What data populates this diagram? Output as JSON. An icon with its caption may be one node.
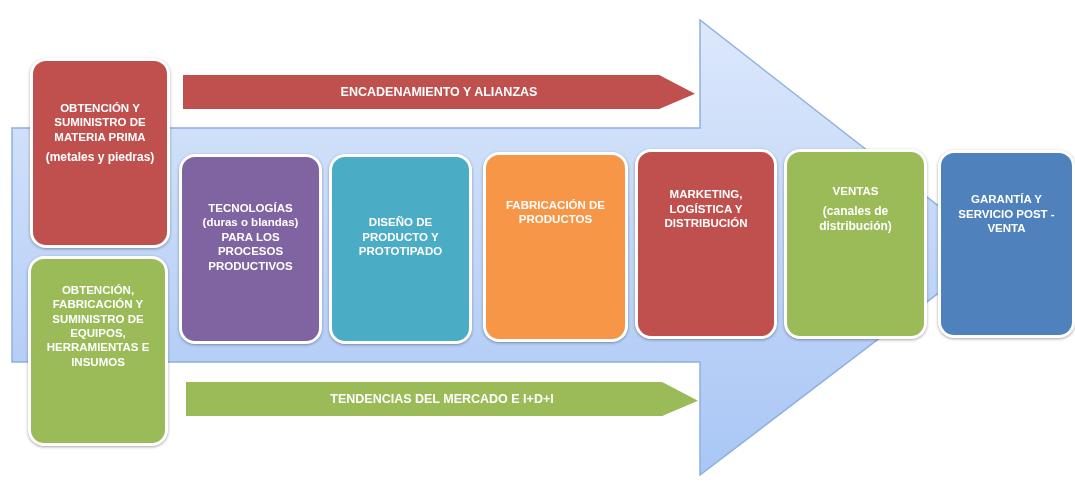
{
  "diagram": {
    "nodes": [
      {
        "text": [
          "OBTENCIÓN Y SUMINISTRO DE MATERIA PRIMA",
          "(metales y piedras)"
        ]
      },
      {
        "text": [
          "ENCADENAMIENTO Y ALIANZAS"
        ]
      },
      {
        "text": [
          "OBTENCIÓN, FABRICACIÓN Y SUMINISTRO DE EQUIPOS, HERRAMIENTAS E INSUMOS"
        ]
      },
      {
        "text": [
          "TECNOLOGÍAS (duras o blandas) PARA LOS PROCESOS PRODUCTIVOS"
        ]
      },
      {
        "text": [
          "DISEÑO DE PRODUCTO Y PROTOTIPADO"
        ]
      },
      {
        "text": [
          "FABRICACIÓN DE PRODUCTOS"
        ]
      },
      {
        "text": [
          "MARKETING, LOGÍSTICA Y DISTRIBUCIÓN"
        ]
      },
      {
        "text": [
          "VENTAS",
          "(canales de distribución)"
        ]
      },
      {
        "text": [
          "GARANTÍA Y SERVICIO POST - VENTA"
        ]
      },
      {
        "text": [
          "TENDENCIAS DEL MERCADO E I+D+I"
        ]
      }
    ],
    "edges": [
      {
        "from": 0,
        "to": 8,
        "arrow": "to",
        "style": "thick"
      }
    ]
  }
}
